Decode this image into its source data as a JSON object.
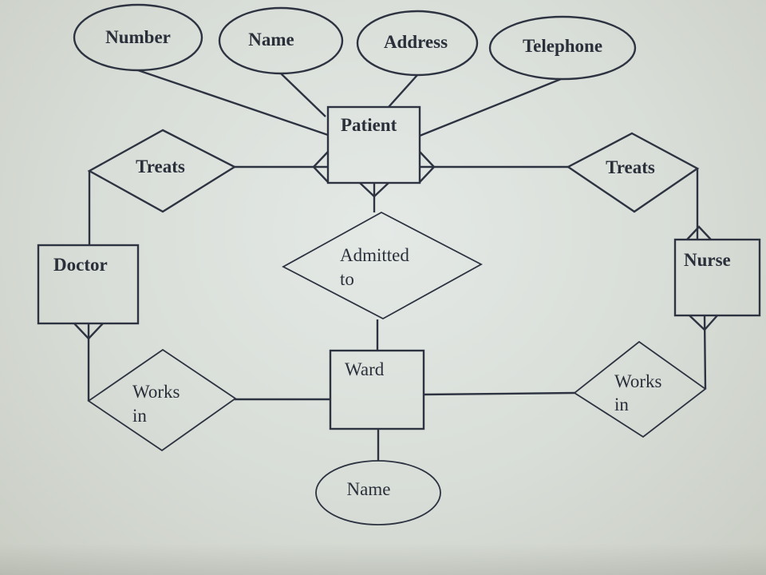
{
  "diagram": {
    "type": "entity-relationship",
    "entities": [
      {
        "id": "patient",
        "label": "Patient"
      },
      {
        "id": "doctor",
        "label": "Doctor"
      },
      {
        "id": "nurse",
        "label": "Nurse"
      },
      {
        "id": "ward",
        "label": "Ward"
      }
    ],
    "attributes": [
      {
        "id": "patient-number",
        "entity": "patient",
        "label": "Number"
      },
      {
        "id": "patient-name",
        "entity": "patient",
        "label": "Name"
      },
      {
        "id": "patient-address",
        "entity": "patient",
        "label": "Address"
      },
      {
        "id": "patient-telephone",
        "entity": "patient",
        "label": "Telephone"
      },
      {
        "id": "ward-name",
        "entity": "ward",
        "label": "Name"
      }
    ],
    "relationships": [
      {
        "id": "doctor-treats",
        "label": "Treats",
        "lines": [
          "Treats"
        ],
        "between": [
          "doctor",
          "patient"
        ],
        "many_side": "patient"
      },
      {
        "id": "nurse-treats",
        "label": "Treats",
        "lines": [
          "Treats"
        ],
        "between": [
          "nurse",
          "patient"
        ],
        "many_side": "both"
      },
      {
        "id": "admitted-to",
        "label": "Admitted to",
        "lines": [
          "Admitted",
          "to"
        ],
        "between": [
          "patient",
          "ward"
        ],
        "many_side": "patient"
      },
      {
        "id": "doctor-works-in",
        "label": "Works in",
        "lines": [
          "Works",
          "in"
        ],
        "between": [
          "doctor",
          "ward"
        ],
        "many_side": "doctor"
      },
      {
        "id": "nurse-works-in",
        "label": "Works in",
        "lines": [
          "Works",
          "in"
        ],
        "between": [
          "nurse",
          "ward"
        ],
        "many_side": "nurse"
      }
    ]
  },
  "colors": {
    "stroke": "#2d3340",
    "text": "#2a2f3a",
    "background": "#dfe4e0"
  }
}
